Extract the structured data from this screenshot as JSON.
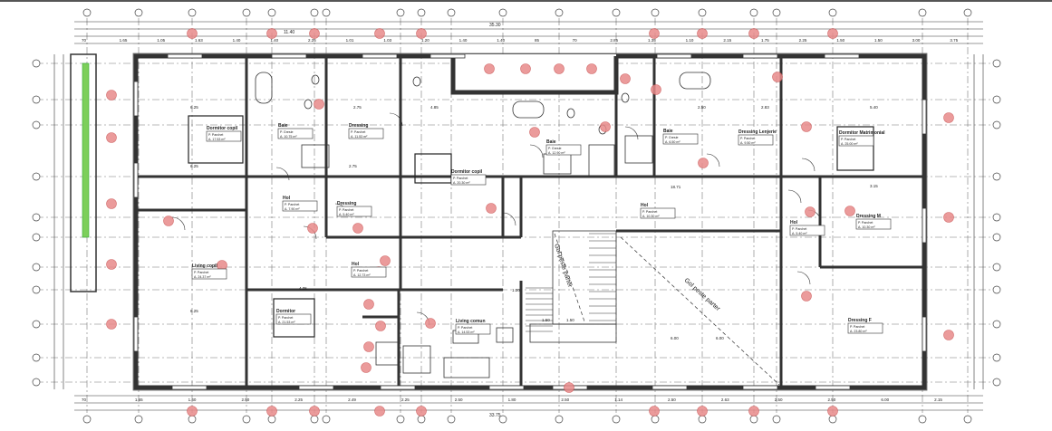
{
  "drawing": {
    "overall_top": "35.30",
    "overall_top_inner": "11.40",
    "overall_bottom": "33.75",
    "wall_color": "#333333",
    "marker_color": "#e88a8a",
    "planter_color": "#7ccf5a",
    "void_label": "Gol peste parter",
    "top_dims": [
      "70",
      "1.65",
      "1.05",
      "1.63",
      "1.40",
      "1.40",
      "2.25",
      "1.01",
      "1.03",
      "1.20",
      "1.40",
      "1.40",
      "85",
      "70",
      "2.85",
      "1.35",
      "1.10",
      "2.15",
      "1.75",
      "2.25",
      "1.50",
      "1.50",
      "3.00",
      "3.75"
    ],
    "bottom_dims": [
      "70",
      "1.65",
      "1.40",
      "2.50",
      "2.25",
      "2.49",
      "2.25",
      "2.50",
      "1.80",
      "2.50",
      "1.14",
      "2.50",
      "2.63",
      "2.50",
      "2.50",
      "6.00",
      "2.15"
    ],
    "rooms": [
      {
        "name": "Dormitor copil",
        "floor": "P. Parchet",
        "area": "A. 17.53 m²"
      },
      {
        "name": "Baie",
        "floor": "P. Gresie",
        "area": "A. 10.75 m²"
      },
      {
        "name": "Dressing",
        "floor": "P. Parchet",
        "area": "A. 11.53 m²"
      },
      {
        "name": "Hol",
        "floor": "P. Parchet",
        "area": "A. 7.90 m²"
      },
      {
        "name": "Dressing",
        "floor": "P. Parchet",
        "area": "A. 5.40 m²"
      },
      {
        "name": "Living copil",
        "floor": "P. Parchet",
        "area": "A. 24.37 m²"
      },
      {
        "name": "Hol",
        "floor": "P. Parchet",
        "area": "A. 12.73 m²"
      },
      {
        "name": "Dormitor",
        "floor": "P. Parchet",
        "area": "A. 21.53 m²"
      },
      {
        "name": "Living comun",
        "floor": "P. Parchet",
        "area": "A. 14.53 m²"
      },
      {
        "name": "Dormitor copil",
        "floor": "P. Parchet",
        "area": "A. 20.30 m²"
      },
      {
        "name": "Baie",
        "floor": "P. Gresie",
        "area": "A. 12.90 m²"
      },
      {
        "name": "Baie",
        "floor": "P. Gresie",
        "area": "A. 6.50 m²"
      },
      {
        "name": "Dressing Lenjerie",
        "floor": "P. Parchet",
        "area": "A. 9.50 m²"
      },
      {
        "name": "Dormitor Matrimonial",
        "floor": "P. Parchet",
        "area": "A. 25.00 m²"
      },
      {
        "name": "Hol",
        "floor": "P. Parchet",
        "area": "A. 10.30 m²"
      },
      {
        "name": "Hol",
        "floor": "P. Parchet",
        "area": "A. 5.40 m²"
      },
      {
        "name": "Dressing M",
        "floor": "P. Parchet",
        "area": "A. 10.30 m²"
      },
      {
        "name": "Dressing F",
        "floor": "P. Parchet",
        "area": "A. 23.80 m²"
      }
    ],
    "inner_dims": [
      "6.25",
      "2.75",
      "6.25",
      "2.75",
      "4.85",
      "18.71",
      "3.15",
      "2.50",
      "2.83",
      "5.40",
      "6.25",
      "4.05",
      "6.00",
      "6.00",
      "1.50",
      "1.50",
      "1.20"
    ]
  }
}
